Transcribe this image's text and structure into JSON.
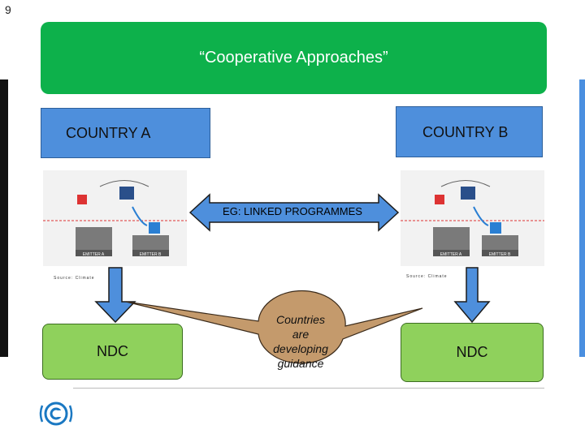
{
  "page_number": "9",
  "banner": {
    "title": "“Cooperative Approaches”"
  },
  "country_a": {
    "label": "COUNTRY A"
  },
  "country_b": {
    "label": "COUNTRY B"
  },
  "link": {
    "label": "EG: LINKED PROGRAMMES"
  },
  "source_a": "Source: Climate",
  "source_b": "Source: Climate",
  "ndc_a": {
    "label": "NDC"
  },
  "ndc_b": {
    "label": "NDC"
  },
  "bubble": {
    "lines": [
      "Countries",
      "are",
      "developing",
      "guidance"
    ]
  },
  "thumbnail": {
    "left_box": "EMITTER A",
    "right_box": "EMITTER B"
  },
  "colors": {
    "banner": "#0db14b",
    "country_box": "#4e8fdc",
    "ndc_box": "#8fd15c",
    "bubble": "#c49a6c",
    "arrow_fill": "#4e8fdc"
  }
}
